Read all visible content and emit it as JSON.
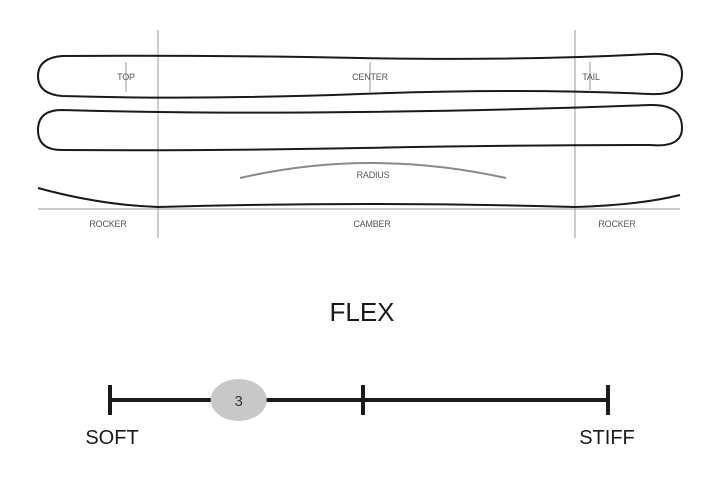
{
  "profile": {
    "labels": {
      "top": "TOP",
      "center": "CENTER",
      "tail": "TAIL",
      "radius": "RADIUS",
      "rocker_left": "ROCKER",
      "camber": "CAMBER",
      "rocker_right": "ROCKER"
    }
  },
  "flex": {
    "title": "FLEX",
    "soft_label": "SOFT",
    "stiff_label": "STIFF",
    "rating": "3",
    "scale_min": 1,
    "scale_max": 10,
    "colors": {
      "marker": "#c8c8c8",
      "line": "#1a1a1a"
    }
  }
}
